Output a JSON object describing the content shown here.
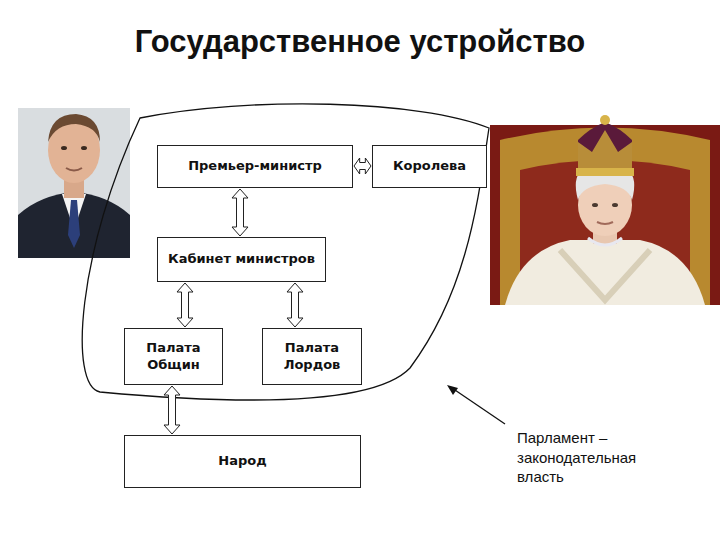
{
  "diagram": {
    "title": "Государственное устройство",
    "nodes": [
      {
        "text": [
          "Премьер-министр"
        ]
      },
      {
        "text": [
          "Королева"
        ]
      },
      {
        "text": [
          "Кабинет министров"
        ]
      },
      {
        "text": [
          "Палата Общин"
        ]
      },
      {
        "text": [
          "Палата Лордов"
        ]
      },
      {
        "text": [
          "Народ"
        ]
      }
    ],
    "edges": [
      {
        "from": 0,
        "to": 1,
        "arrow": "both"
      },
      {
        "from": 0,
        "to": 2,
        "arrow": "both"
      },
      {
        "from": 2,
        "to": 3,
        "arrow": "both"
      },
      {
        "from": 2,
        "to": 4,
        "arrow": "both"
      },
      {
        "from": 3,
        "to": 5,
        "arrow": "both"
      }
    ],
    "labels": [
      "Парламент – законодательная власть"
    ]
  }
}
